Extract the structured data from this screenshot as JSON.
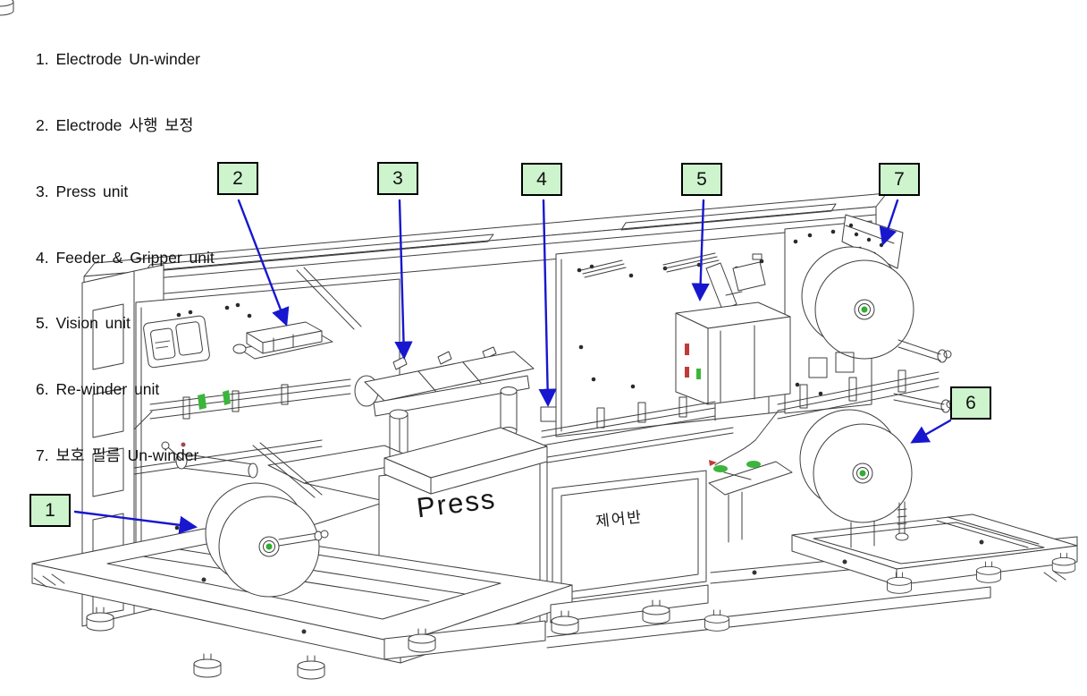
{
  "legend": {
    "items": [
      {
        "text": "1. Electrode Un-winder"
      },
      {
        "text": "2. Electrode 사행 보정"
      },
      {
        "text": "3. Press unit"
      },
      {
        "text": "4. Feeder & Gripper unit"
      },
      {
        "text": "5. Vision unit"
      },
      {
        "text": "6. Re-winder unit"
      },
      {
        "text": "7. 보호 필름 Un-winder"
      }
    ]
  },
  "callouts": [
    {
      "label": "1"
    },
    {
      "label": "2"
    },
    {
      "label": "3"
    },
    {
      "label": "4"
    },
    {
      "label": "5"
    },
    {
      "label": "6"
    },
    {
      "label": "7"
    }
  ],
  "machine": {
    "press_label": "Press",
    "control_panel_label": "제어반"
  },
  "colors": {
    "callout_fill": "#cdf4cd",
    "callout_border": "#000000",
    "arrow_blue": "#1717cf",
    "drawing_line": "#3f3f3f",
    "accent_green": "#3bb53b",
    "accent_red": "#c03a3a"
  }
}
